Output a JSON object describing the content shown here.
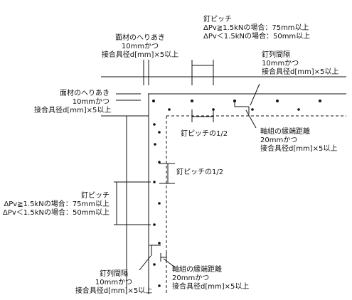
{
  "labels": {
    "nail_pitch_top": {
      "title": "釘ピッチ",
      "line1": "ΔPv≧1.5kNの場合：75mm以上",
      "line2": "ΔPv＜1.5kNの場合：50mm以上"
    },
    "edge_top": {
      "title": "面材のへりあき",
      "line1": "10mmかつ",
      "line2": "接合具径d[mm]×5以上"
    },
    "row_spacing_top": {
      "title": "釘列間隔",
      "line1": "10mmかつ",
      "line2": "接合具径d[mm]×5以上"
    },
    "edge_left": {
      "title": "面材のへりあき",
      "line1": "10mmかつ",
      "line2": "接合具径d[mm]×5以上"
    },
    "half_pitch_horizontal": "釘ピッチの1/2",
    "frame_edge_right": {
      "title": "軸組の縁端距離",
      "line1": "20mmかつ",
      "line2": "接合具径d[mm]×5以上"
    },
    "half_pitch_vertical": "釘ピッチの1/2",
    "nail_pitch_left": {
      "title": "釘ピッチ",
      "line1": "ΔPv≧1.5kNの場合：75mm以上",
      "line2": "ΔPv＜1.5kNの場合：50mm以上"
    },
    "row_spacing_bottom": {
      "title": "釘列間隔",
      "line1": "10mmかつ",
      "line2": "接合具径d[mm]×5以上"
    },
    "frame_edge_bottom": {
      "title": "軸組の縁端距離",
      "line1": "20mmかつ",
      "line2": "接合具径d[mm]×5以上"
    }
  },
  "colors": {
    "line": "#111111",
    "background": "#ffffff"
  }
}
